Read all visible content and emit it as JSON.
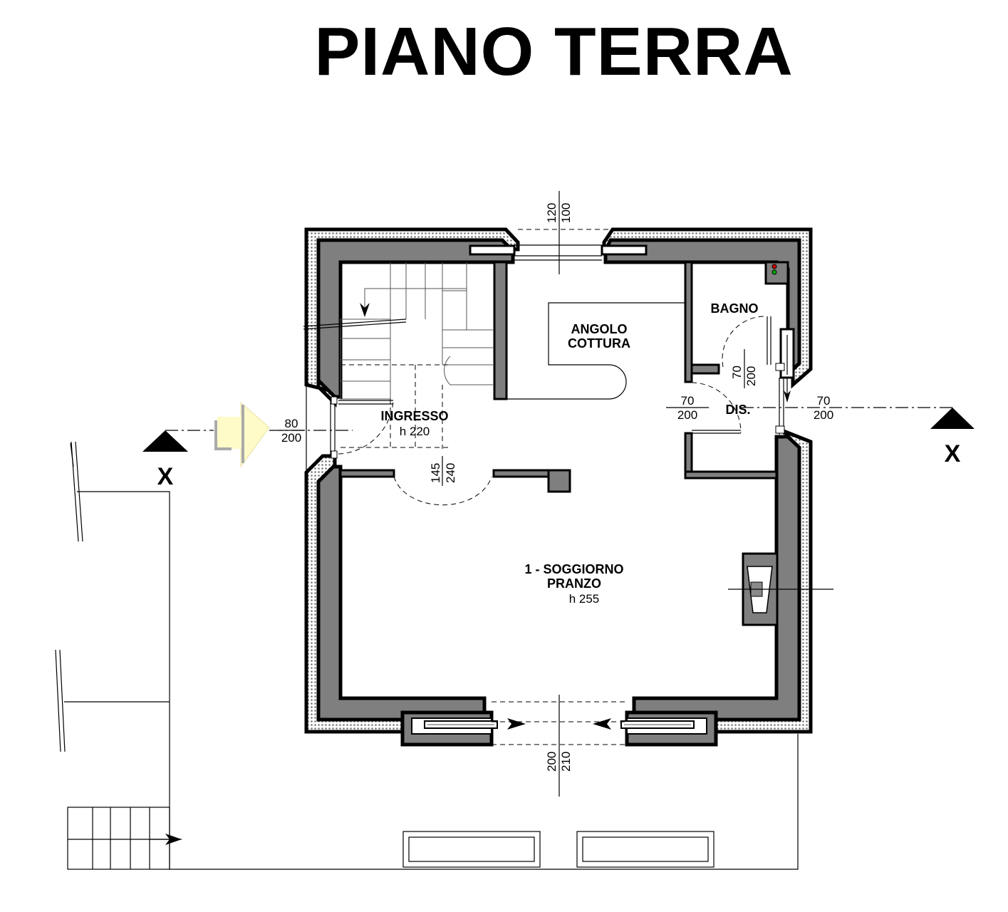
{
  "title": "PIANO TERRA",
  "rooms": {
    "ingresso": {
      "name": "INGRESSO",
      "height": "h 220"
    },
    "angolo_cottura": {
      "line1": "ANGOLO",
      "line2": "COTTURA"
    },
    "bagno": {
      "name": "BAGNO"
    },
    "disimpegno": {
      "name": "DIS."
    },
    "soggiorno": {
      "line1": "1 - SOGGIORNO",
      "line2": "PRANZO",
      "height": "h 255"
    }
  },
  "openings": {
    "top_window": {
      "width": "120",
      "height": "100"
    },
    "entrance_door": {
      "width": "80",
      "height": "200"
    },
    "ingresso_arch": {
      "width": "145",
      "height": "240"
    },
    "bagno_door": {
      "width": "70",
      "height": "200"
    },
    "dis_door": {
      "width": "70",
      "height": "200"
    },
    "east_window": {
      "width": "70",
      "height": "200"
    },
    "bottom_window": {
      "width": "200",
      "height": "210"
    }
  },
  "section_marks": {
    "left": "X",
    "right": "X"
  },
  "colors": {
    "wall_fill": "#7f7f7f",
    "wall_stroke": "#000000",
    "entry_arrow": "#fefbc8",
    "outline": "#000000"
  }
}
